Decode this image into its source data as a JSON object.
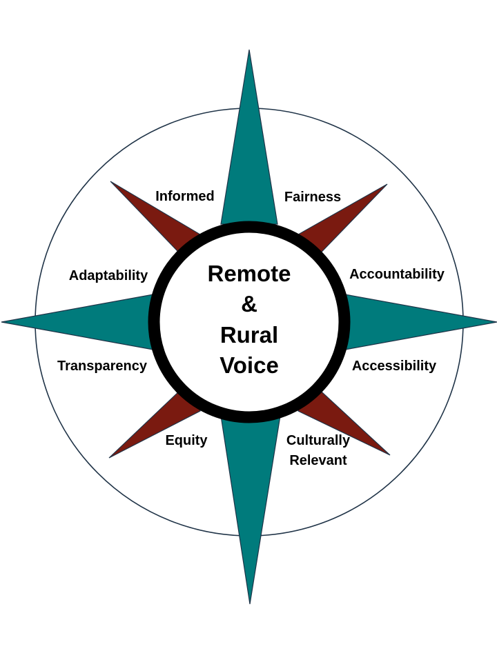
{
  "center": {
    "line1": "Remote",
    "line2": "&",
    "line3": "Rural",
    "line4": "Voice"
  },
  "labels": {
    "informed": "Informed",
    "fairness": "Fairness",
    "adaptability": "Adaptability",
    "accountability": "Accountability",
    "transparency": "Transparency",
    "accessibility": "Accessibility",
    "equity": "Equity",
    "culturally_line1": "Culturally",
    "culturally_line2": "Relevant"
  },
  "colors": {
    "cardinal_point": "#007b7c",
    "diagonal_point": "#7a1a10",
    "outline": "#1f3347",
    "ring": "#000000",
    "background": "#ffffff"
  }
}
